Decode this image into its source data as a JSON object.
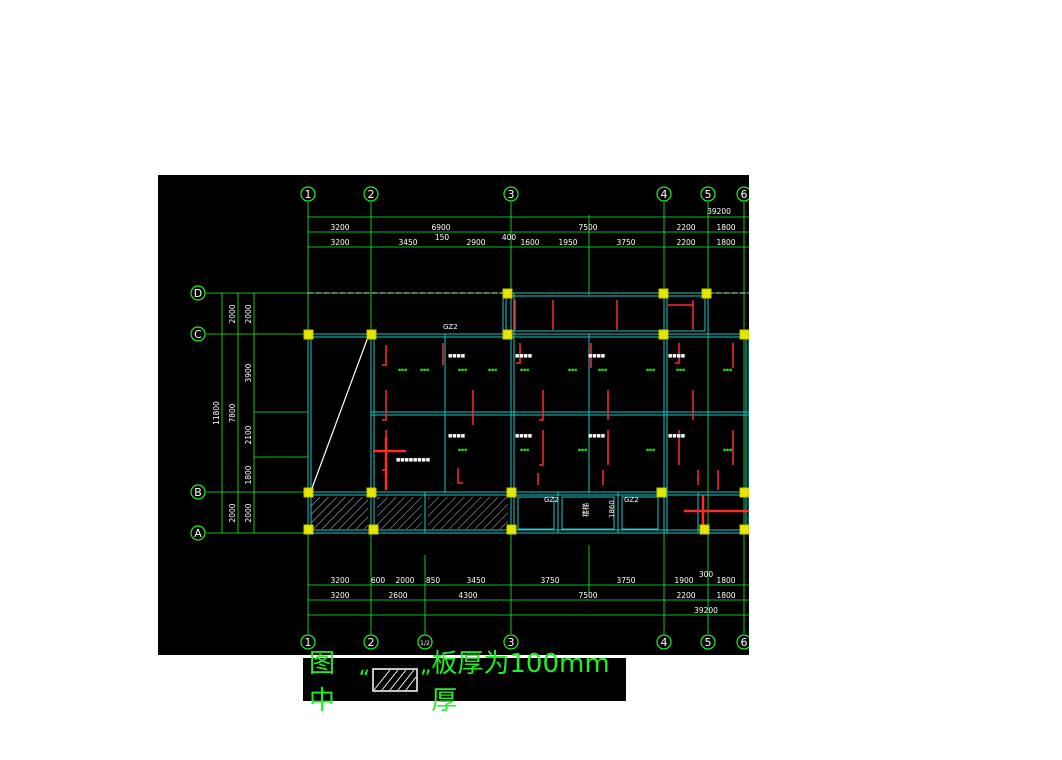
{
  "axes_numbers": [
    "1",
    "2",
    "1/2",
    "3",
    "4",
    "5",
    "6"
  ],
  "axes_letters": [
    "D",
    "C",
    "B",
    "A"
  ],
  "top_dims_row1": [
    "3200",
    "6900",
    "7500",
    "2200",
    "1800"
  ],
  "top_dims_row2": [
    "3200",
    "3450",
    "2900",
    "1600",
    "1950",
    "3750",
    "2200",
    "1800"
  ],
  "top_total": "39200",
  "top_small": [
    "150",
    "400"
  ],
  "bottom_dims_row1": [
    "3200",
    "600",
    "2000",
    "850",
    "3450",
    "3750",
    "3750",
    "1900",
    "1800"
  ],
  "bottom_dims_row2": [
    "3200",
    "2600",
    "4300",
    "7500",
    "2200",
    "1800"
  ],
  "bottom_total": "39200",
  "bottom_small": "300",
  "left_dims_inner": [
    "2000",
    "3900",
    "2100",
    "1800",
    "2000"
  ],
  "left_dims_outer": [
    "2000",
    "7800",
    "2000"
  ],
  "left_total": "11800",
  "labels": {
    "gz2": "GZ2",
    "gz1": "GZ2",
    "gz3": "GZ2",
    "room": "楼梯",
    "r1860": "1860"
  },
  "legend": {
    "prefix": "图中",
    "q_open": "“",
    "q_close": "”",
    "suffix": "板厚为100mm厚"
  },
  "colors": {
    "bg": "#000000",
    "axis": "#21f021",
    "dim": "#ffffff",
    "beam": "#19c8c8",
    "rebar": "#ff2a2a",
    "column": "#e6e600"
  }
}
